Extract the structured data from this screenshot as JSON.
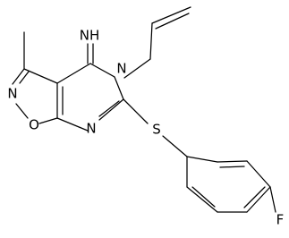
{
  "molecule": {
    "atoms": {
      "imine_label": "NH",
      "isoxazole_n_label": "N",
      "isoxazole_o_label": "O",
      "ring_n5_label": "N",
      "ring_n7_label": "N",
      "sulfur_label": "S",
      "fluorine_label": "F"
    },
    "colors": {
      "bond": "#000000",
      "label": "#000000",
      "background": "#ffffff"
    }
  }
}
